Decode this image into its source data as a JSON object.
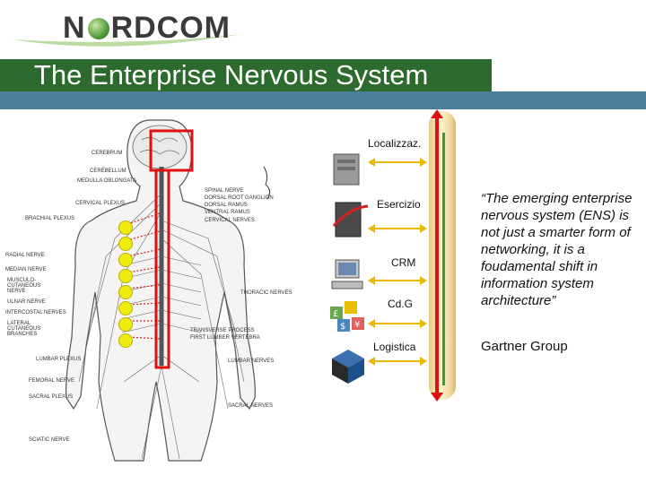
{
  "logo": {
    "before": "N",
    "after": "RDCOM"
  },
  "slide_title": "The Enterprise Nervous System",
  "figure": {
    "labels": {
      "cerebrum": "CEREBRUM",
      "cerebellum": "CEREBELLUM",
      "medulla": "MEDULLA OBLONGATA",
      "cervical_plexus": "CERVICAL PLEXUS",
      "brachial_plexus": "BRACHIAL PLEXUS",
      "radial_nerve": "RADIAL NERVE",
      "median_nerve": "MEDIAN NERVE",
      "musculo": "MUSCULO-CUTANEOUS NERVE",
      "ulnar_nerve": "ULNAR NERVE",
      "intercostal": "INTERCOSTAL NERVES",
      "lateral": "LATERAL CUTANEOUS BRANCHES",
      "lumbar_plexus": "LUMBAR PLEXUS",
      "femoral_nerve": "FEMORAL NERVE",
      "sacral_plexus": "SACRAL PLEXUS",
      "sciatic_nerve": "SCIATIC NERVE",
      "spinal_nerve": "SPINAL NERVE",
      "dorsal_root": "DORSAL ROOT GANGLION",
      "dorsal_ramus": "DORSAL RAMUS",
      "ventral_ramus": "VENTRAL RAMUS",
      "cervical_nerves": "CERVICAL NERVES",
      "thoracic_nerves": "THORACIC NERVES",
      "transverse": "TRANSVERSE PROCESS",
      "first_lumbar": "FIRST LUMBER VERTEBRA",
      "lumbar_nerves": "LUMBAR NERVES",
      "sacral_nerves": "SACRAL NERVES"
    }
  },
  "systems": {
    "localizzaz": "Localizzaz.",
    "esercizio": "Esercizio",
    "crm": "CRM",
    "cdg": "Cd.G",
    "logistica": "Logistica"
  },
  "quote": "“The emerging enterprise nervous system (ENS) is not just a smarter form of networking, it is a foudamental shift in information system architecture”",
  "attribution": "Gartner Group",
  "colors": {
    "title_bar": "#2d6a2d",
    "stripe": "#4a7f9a",
    "arrow_red": "#e01010",
    "arrow_green": "#30a030",
    "node_yellow": "#f0ea10"
  }
}
